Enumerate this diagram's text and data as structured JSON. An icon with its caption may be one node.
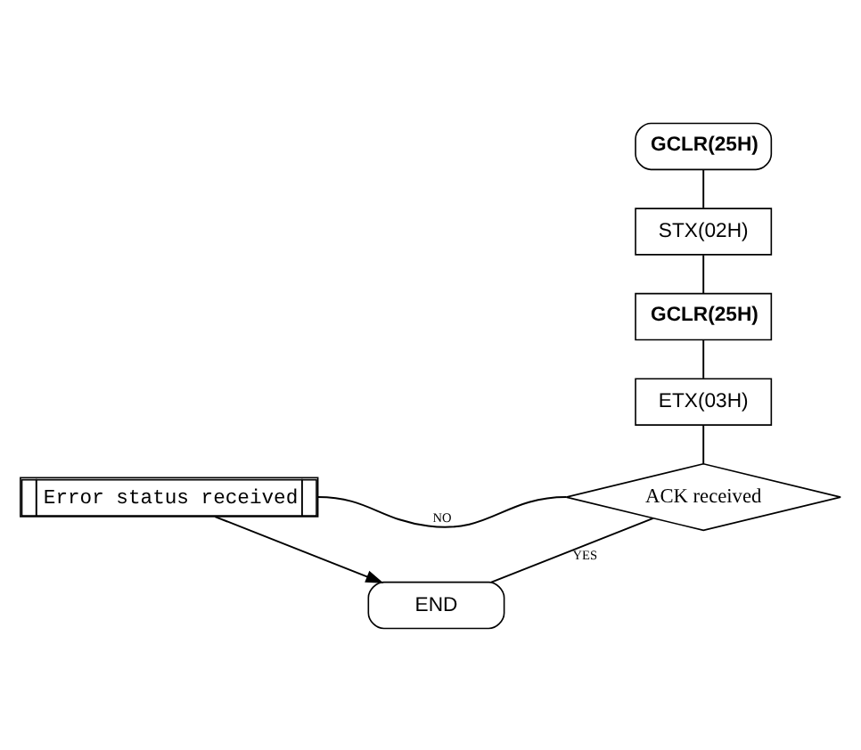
{
  "diagram": {
    "nodes": [
      {
        "text": [
          "GCLR(25H)"
        ]
      },
      {
        "text": [
          "STX(02H)"
        ]
      },
      {
        "text": [
          "GCLR(25H)"
        ]
      },
      {
        "text": [
          "ETX(03H)"
        ]
      },
      {
        "text": [
          "ACK received"
        ]
      },
      {
        "text": [
          "Error status received"
        ]
      },
      {
        "text": [
          "END"
        ]
      }
    ],
    "edges": [
      {
        "from": 0,
        "to": 1,
        "arrow": "none"
      },
      {
        "from": 1,
        "to": 2,
        "arrow": "none"
      },
      {
        "from": 2,
        "to": 3,
        "arrow": "none"
      },
      {
        "from": 3,
        "to": 4,
        "arrow": "none"
      },
      {
        "from": 4,
        "to": 5,
        "arrow": "none",
        "label": "NO"
      },
      {
        "from": 4,
        "to": 6,
        "arrow": "none",
        "label": "YES"
      },
      {
        "from": 5,
        "to": 6,
        "arrow": "to"
      }
    ]
  }
}
